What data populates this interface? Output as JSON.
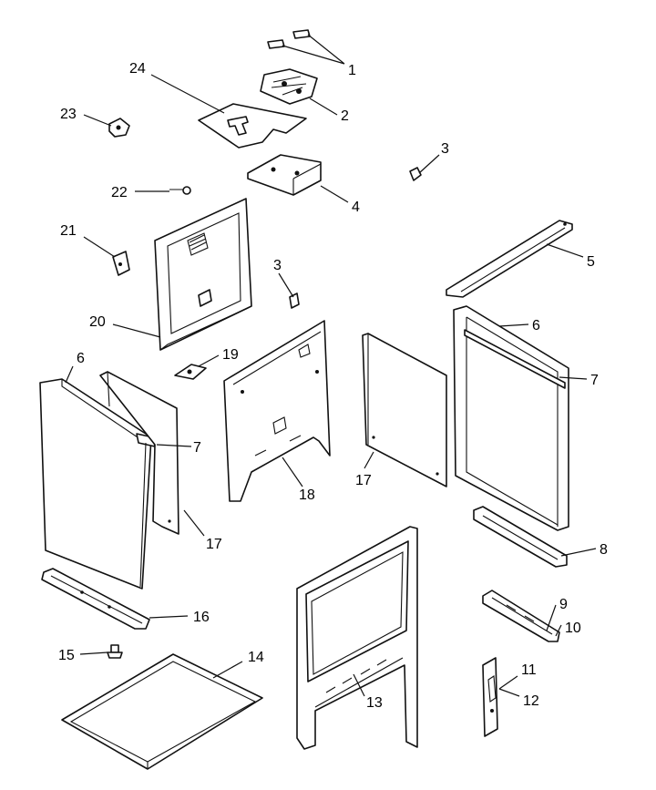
{
  "diagram": {
    "callouts": [
      {
        "id": "c1",
        "text": "1"
      },
      {
        "id": "c2",
        "text": "2"
      },
      {
        "id": "c3a",
        "text": "3"
      },
      {
        "id": "c3b",
        "text": "3"
      },
      {
        "id": "c4",
        "text": "4"
      },
      {
        "id": "c5",
        "text": "5"
      },
      {
        "id": "c6a",
        "text": "6"
      },
      {
        "id": "c6b",
        "text": "6"
      },
      {
        "id": "c7a",
        "text": "7"
      },
      {
        "id": "c7b",
        "text": "7"
      },
      {
        "id": "c8",
        "text": "8"
      },
      {
        "id": "c9",
        "text": "9"
      },
      {
        "id": "c10",
        "text": "10"
      },
      {
        "id": "c11",
        "text": "11"
      },
      {
        "id": "c12",
        "text": "12"
      },
      {
        "id": "c13",
        "text": "13"
      },
      {
        "id": "c14",
        "text": "14"
      },
      {
        "id": "c15",
        "text": "15"
      },
      {
        "id": "c16",
        "text": "16"
      },
      {
        "id": "c17a",
        "text": "17"
      },
      {
        "id": "c17b",
        "text": "17"
      },
      {
        "id": "c18",
        "text": "18"
      },
      {
        "id": "c19",
        "text": "19"
      },
      {
        "id": "c20",
        "text": "20"
      },
      {
        "id": "c21",
        "text": "21"
      },
      {
        "id": "c22",
        "text": "22"
      },
      {
        "id": "c23",
        "text": "23"
      },
      {
        "id": "c24",
        "text": "24"
      }
    ]
  }
}
